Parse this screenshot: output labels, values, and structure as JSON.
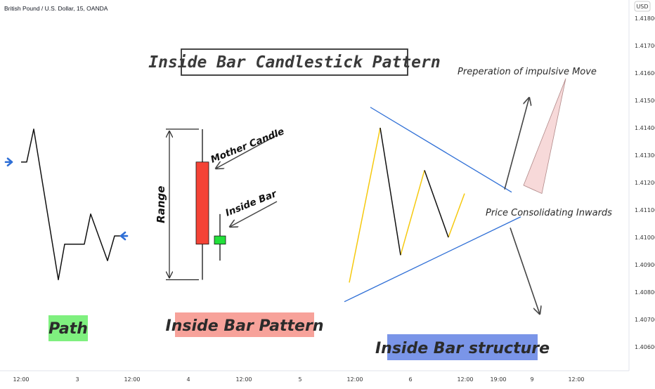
{
  "header": {
    "symbol": "British Pound / U.S. Dollar, 15, OANDA",
    "currency": "USD"
  },
  "chart_data": {
    "type": "line",
    "title": "Inside Bar Candlestick Pattern",
    "y_axis": {
      "ticks": [
        "1.41800",
        "1.41700",
        "1.41600",
        "1.41500",
        "1.41400",
        "1.41300",
        "1.41200",
        "1.41100",
        "1.41000",
        "1.40900",
        "1.40800",
        "1.40700",
        "1.40600"
      ],
      "ylim": [
        1.4055,
        1.4186
      ]
    },
    "x_axis": {
      "ticks": [
        "12:00",
        "3",
        "12:00",
        "4",
        "12:00",
        "5",
        "12:00",
        "6",
        "12:00",
        "19:00",
        "9",
        "12:00"
      ]
    },
    "path": {
      "label": "Path",
      "points": [
        [
          30,
          1.41275
        ],
        [
          38,
          1.41275
        ],
        [
          48,
          1.41395
        ],
        [
          83,
          1.40845
        ],
        [
          92,
          1.40975
        ],
        [
          106,
          1.40975
        ],
        [
          109,
          1.40975
        ],
        [
          120,
          1.40975
        ],
        [
          129,
          1.41085
        ],
        [
          153,
          1.40915
        ],
        [
          163,
          1.41005
        ],
        [
          173,
          1.41005
        ]
      ],
      "markers": [
        [
          8,
          1.41275
        ],
        [
          181,
          1.41005
        ]
      ]
    },
    "inside_bar_pattern": {
      "label": "Inside Bar Pattern",
      "range_label": "Range",
      "mother_candle": {
        "label": "Mother Candle",
        "open": 1.40975,
        "close": 1.41275,
        "high": 1.41395,
        "low": 1.40845,
        "color": "#f44336"
      },
      "inside_bar": {
        "label": "Inside Bar",
        "open": 1.40975,
        "close": 1.41005,
        "high": 1.41085,
        "low": 1.40915,
        "color": "#22e03a"
      },
      "range": {
        "top": 1.41395,
        "bottom": 1.40845
      }
    },
    "structure": {
      "label": "Inside Bar structure",
      "upper_line": [
        [
          527,
          1.41475
        ],
        [
          728,
          1.41165
        ]
      ],
      "lower_line": [
        [
          490,
          1.40765
        ],
        [
          741,
          1.41075
        ]
      ],
      "up_legs": [
        [
          [
            497,
            1.40835
          ],
          [
            541,
            1.414
          ]
        ],
        [
          [
            570,
            1.40935
          ],
          [
            604,
            1.41245
          ]
        ],
        [
          [
            638,
            1.41
          ],
          [
            661,
            1.4116
          ]
        ]
      ],
      "down_legs": [
        [
          [
            541,
            1.414
          ],
          [
            570,
            1.40935
          ]
        ],
        [
          [
            604,
            1.41245
          ],
          [
            638,
            1.41
          ]
        ]
      ],
      "consolidation_label": "Price Consolidating Inwards",
      "impulse_label": "Preperation of impulsive Move",
      "arrow_up": [
        [
          718,
          1.41175
        ],
        [
          753,
          1.4151
        ]
      ],
      "arrow_down": [
        [
          726,
          1.41035
        ],
        [
          768,
          1.4072
        ]
      ],
      "wedge": [
        [
          745,
          1.4119
        ],
        [
          805,
          1.4158
        ],
        [
          771,
          1.4116
        ]
      ],
      "up_leg_color": "#f6c90e",
      "down_leg_color": "#111111",
      "line_color": "#2f6fd6",
      "wedge_color": "#f7d9d9"
    },
    "label_colors": {
      "path_bg": "#7ff07f",
      "pattern_bg": "#f7a29a",
      "structure_bg": "#7a95e8",
      "marker": "#2f6fd6"
    }
  }
}
